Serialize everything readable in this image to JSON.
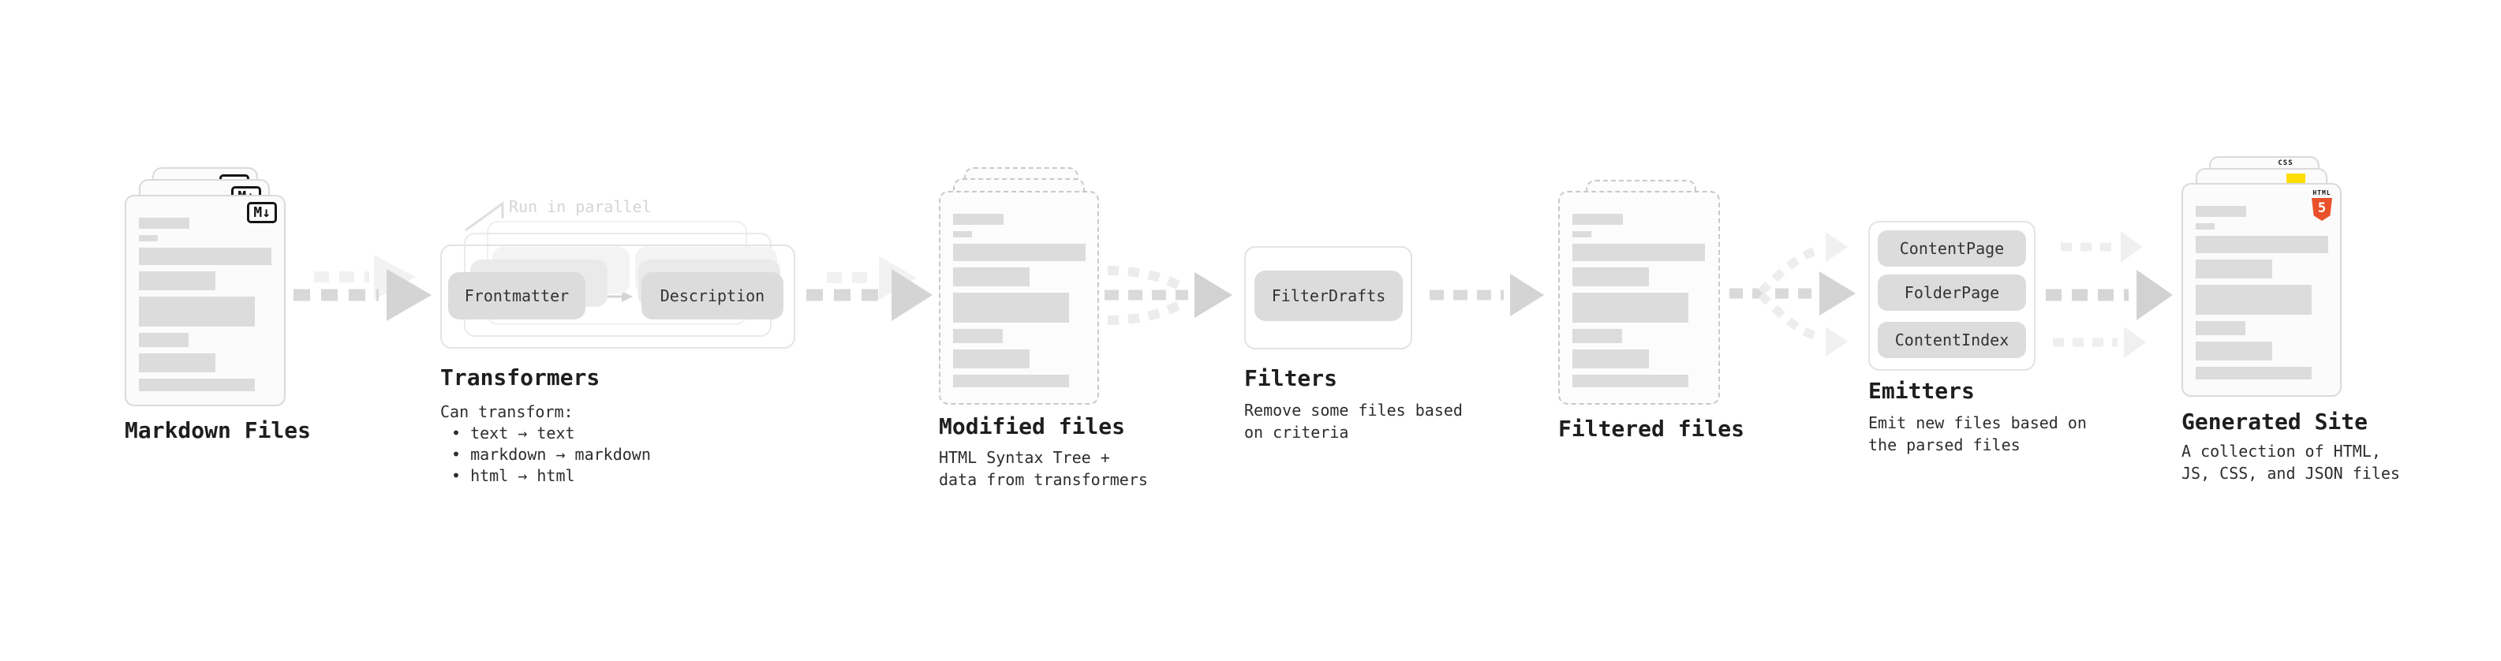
{
  "colors": {
    "accent_html5_orange": "#e8512a",
    "accent_js_yellow": "#ffde00",
    "accent_css_blue": "#2965f1",
    "box_fill": "#dcdcdc",
    "muted_annotation_text": "#d5d5d5"
  },
  "stages": {
    "markdown_files": {
      "label": "Markdown Files",
      "badge": "M↓"
    },
    "transformers": {
      "label": "Transformers",
      "annotation": "Run in parallel",
      "box_frontmatter": "Frontmatter",
      "box_description": "Description",
      "note_title": "Can transform:",
      "bullets": [
        "• text → text",
        "• markdown → markdown",
        "• html → html"
      ]
    },
    "modified_files": {
      "label": "Modified files",
      "note": "HTML Syntax Tree +\ndata from transformers"
    },
    "filters": {
      "label": "Filters",
      "box_filterdrafts": "FilterDrafts",
      "note": "Remove some files based\non criteria"
    },
    "filtered_files": {
      "label": "Filtered files"
    },
    "emitters": {
      "label": "Emitters",
      "box_contentpage": "ContentPage",
      "box_folderpage": "FolderPage",
      "box_contentindex": "ContentIndex",
      "note": "Emit new files based on\nthe parsed files"
    },
    "generated_site": {
      "label": "Generated Site",
      "badge_html_word": "HTML",
      "badge_html_number": "5",
      "badge_css": "CSS",
      "note": "A collection of HTML,\nJS, CSS, and JSON files"
    }
  }
}
